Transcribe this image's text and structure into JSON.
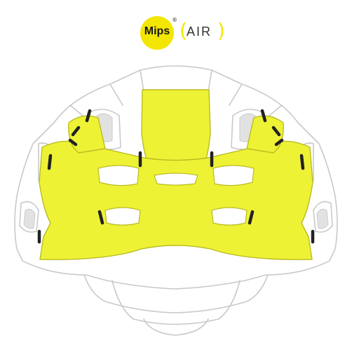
{
  "logo": {
    "brand": "Mips",
    "registered": "®",
    "bracket_left": "(",
    "product": "AIR",
    "bracket_right": ")"
  },
  "colors": {
    "accent_yellow": "#f3e600",
    "liner_yellow": "#eef235",
    "outline": "#c9c9c9",
    "strap_dark": "#222222",
    "foam_grey": "#e2e2e2"
  },
  "icons": [
    "helmet-illustration"
  ]
}
